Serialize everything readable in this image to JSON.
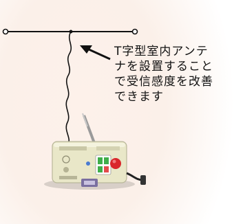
{
  "caption": {
    "lines": [
      "T字型室内アンテ",
      "ナを設置すること",
      "で受信感度を改善",
      "できます"
    ]
  },
  "colors": {
    "background": "#fbf0e9",
    "line": "#111111",
    "device_body": "#e9e7c8",
    "device_shadow": "#8a8a8a",
    "button_green": "#3fae4a",
    "button_red": "#d9262b",
    "power_lamp": "#d6323a"
  },
  "icons": {
    "arrow": "left-pointing-arrow-icon",
    "device": "receiver-device-icon"
  }
}
